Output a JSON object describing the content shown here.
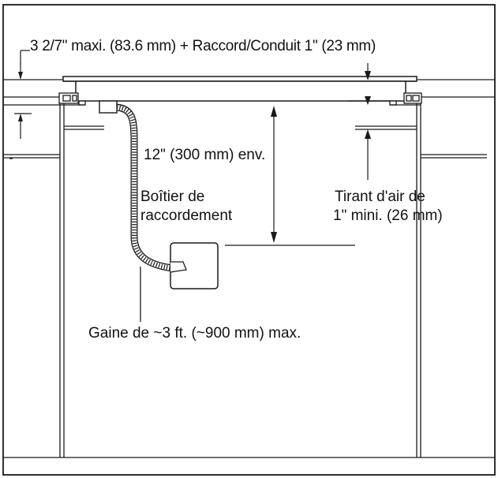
{
  "labels": {
    "height_note": "3 2/7\" maxi. (83.6 mm) + Raccord/Conduit 1\" (23 mm)",
    "depth_note": "12\" (300 mm) env.",
    "junction_line1": "Boîtier de",
    "junction_line2": "raccordement",
    "air_gap_line1": "Tirant d'air de",
    "air_gap_line2": "1\" mini. (26 mm)",
    "conduit_note": "Gaine de ~3 ft. (~900 mm) max."
  },
  "colors": {
    "line": "#1a1a1a",
    "fill": "#ffffff"
  }
}
